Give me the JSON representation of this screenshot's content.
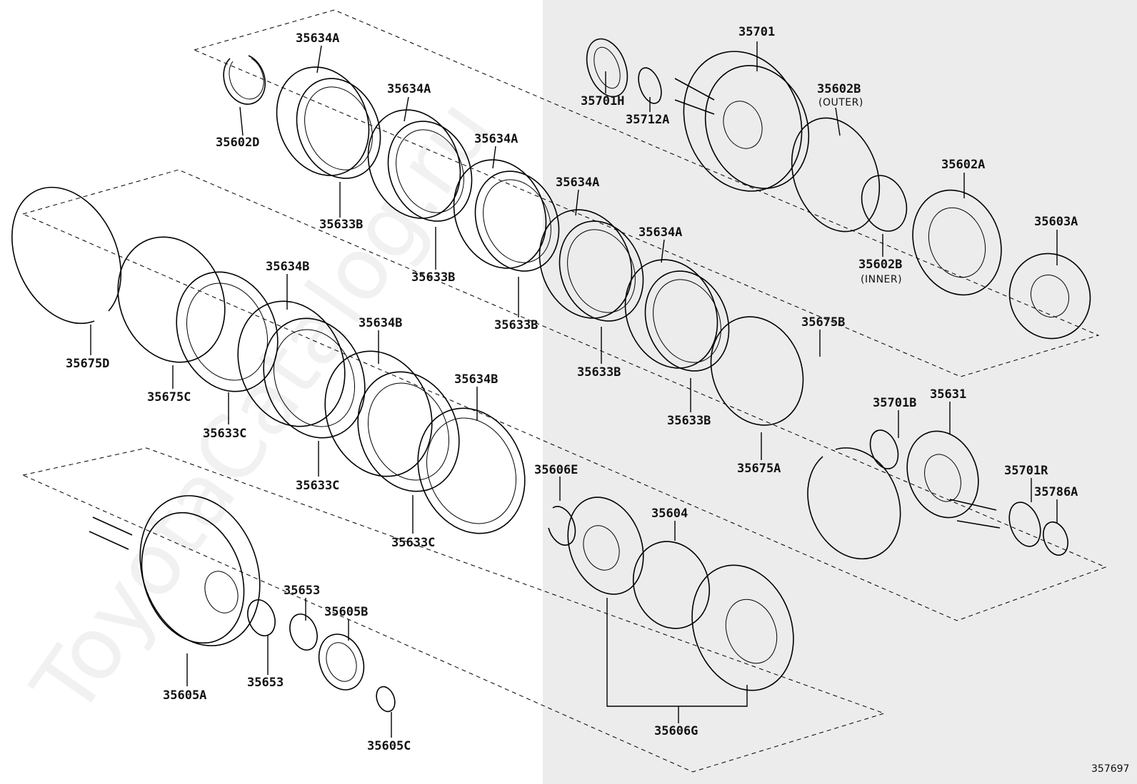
{
  "diagram": {
    "watermark": "ToyotaCatalog.ru",
    "reference_number": "357697",
    "parts": [
      {
        "id": "35634A_1",
        "label": "35634A"
      },
      {
        "id": "35634A_2",
        "label": "35634A"
      },
      {
        "id": "35634A_3",
        "label": "35634A"
      },
      {
        "id": "35634A_4",
        "label": "35634A"
      },
      {
        "id": "35634A_5",
        "label": "35634A"
      },
      {
        "id": "35602D",
        "label": "35602D"
      },
      {
        "id": "35633B_1",
        "label": "35633B"
      },
      {
        "id": "35633B_2",
        "label": "35633B"
      },
      {
        "id": "35633B_3",
        "label": "35633B"
      },
      {
        "id": "35633B_4",
        "label": "35633B"
      },
      {
        "id": "35633B_5",
        "label": "35633B"
      },
      {
        "id": "35701H",
        "label": "35701H"
      },
      {
        "id": "35712A",
        "label": "35712A"
      },
      {
        "id": "35701",
        "label": "35701"
      },
      {
        "id": "35602B_outer",
        "label": "35602B",
        "note": "(OUTER)"
      },
      {
        "id": "35602B_inner",
        "label": "35602B",
        "note": "(INNER)"
      },
      {
        "id": "35602A",
        "label": "35602A"
      },
      {
        "id": "35603A",
        "label": "35603A"
      },
      {
        "id": "35634B_1",
        "label": "35634B"
      },
      {
        "id": "35634B_2",
        "label": "35634B"
      },
      {
        "id": "35634B_3",
        "label": "35634B"
      },
      {
        "id": "35675D",
        "label": "35675D"
      },
      {
        "id": "35675C",
        "label": "35675C"
      },
      {
        "id": "35633C_1",
        "label": "35633C"
      },
      {
        "id": "35633C_2",
        "label": "35633C"
      },
      {
        "id": "35633C_3",
        "label": "35633C"
      },
      {
        "id": "35675B",
        "label": "35675B"
      },
      {
        "id": "35675A",
        "label": "35675A"
      },
      {
        "id": "35701B",
        "label": "35701B"
      },
      {
        "id": "35631",
        "label": "35631"
      },
      {
        "id": "35701R",
        "label": "35701R"
      },
      {
        "id": "35786A",
        "label": "35786A"
      },
      {
        "id": "35606E",
        "label": "35606E"
      },
      {
        "id": "35604",
        "label": "35604"
      },
      {
        "id": "35606G",
        "label": "35606G"
      },
      {
        "id": "35653_1",
        "label": "35653"
      },
      {
        "id": "35653_2",
        "label": "35653"
      },
      {
        "id": "35605B",
        "label": "35605B"
      },
      {
        "id": "35605A",
        "label": "35605A"
      },
      {
        "id": "35605C",
        "label": "35605C"
      }
    ]
  }
}
